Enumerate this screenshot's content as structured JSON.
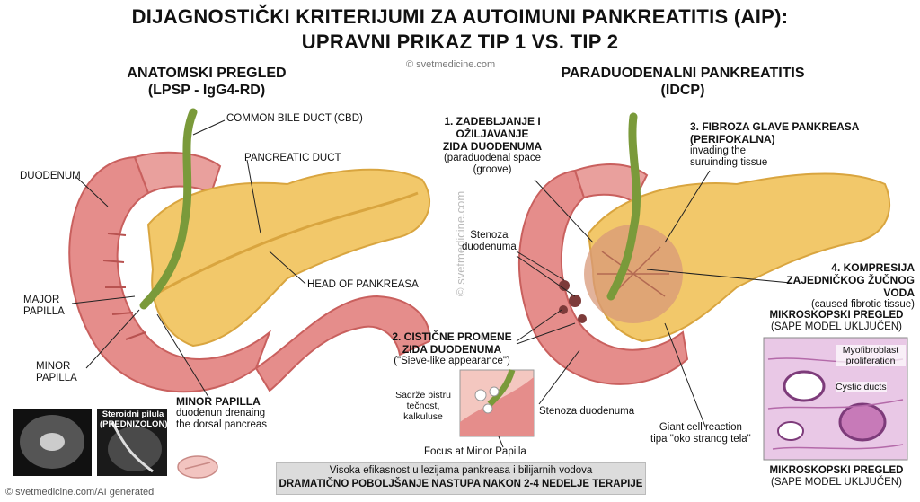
{
  "title": {
    "line1": "DIJAGNOSTIČKI KRITERIJUMI ZA AUTOIMUNI PANKREATITIS (AIP):",
    "line2": "UPRAVNI PRIKAZ TIP 1 VS. TIP 2",
    "credit": "© svetmedicine.com"
  },
  "left_panel": {
    "header1": "ANATOMSKI PREGLED",
    "header2": "(LPSP - IgG4-RD)",
    "labels": {
      "cbd": "COMMON BILE DUCT (CBD)",
      "duodenum": "DUODENUM",
      "pancreatic_duct": "PANCREATIC DUCT",
      "head": "HEAD OF PANKREASA",
      "major1": "MAJOR",
      "major2": "PAPILLA",
      "minor1": "MINOR",
      "minor2": "PAPILLA",
      "minor_big": "MINOR PAPILLA",
      "minor_desc1": "duodenun drenaing",
      "minor_desc2": "the dorsal pancreas"
    },
    "thumb": {
      "label1": "Steroidni pilula",
      "label2": "(PREDNIZOLON)"
    }
  },
  "right_panel": {
    "header1": "PARADUODENALNI PANKREATITIS",
    "header2": "(IDCP)",
    "item1": {
      "l1": "1. ZADEBLJANJE I",
      "l2": "OŽILJAVANJE",
      "l3": "ZIDA DUODENUMA",
      "d1": "(paraduodenal space",
      "d2": "(groove)"
    },
    "item2": {
      "l1": "2. CISTIČNE PROMENE",
      "l2": "ZIDA DUODENUMA",
      "d1": "(\"Sieve-like appearance\")"
    },
    "item3": {
      "l1": "3. FIBROZA GLAVE PANKREASA",
      "l2": "(PERIFOKALNA)",
      "d1": "invading the",
      "d2": "suruinding tissue"
    },
    "item4": {
      "l1": "4. KOMPRESIJA",
      "l2": "ZAJEDNIČKOG ŽUČNOG VODA",
      "d1": "(caused fibrotic tissue)"
    },
    "stenoza1": "Stenoza",
    "stenoza2": "duodenuma",
    "sadrze1": "Sadrže bistru",
    "sadrze2": "tečnost,",
    "sadrze3": "kalkuluse",
    "stenoza_duo": "Stenoza duodenuma",
    "focus": "Focus at Minor Papilla",
    "giant1": "Giant cell reaction",
    "giant2": "tipa \"oko stranog tela\"",
    "micro_top1": "MIKROSKOPSKI PREGLED",
    "micro_top2": "(SAPE MODEL UKLJUČEN)",
    "micro_myo1": "Myofibroblast",
    "micro_myo2": "proliferation",
    "micro_cystic": "Cystic ducts",
    "micro_bot1": "MIKROSKOPSKI PREGLED",
    "micro_bot2": "(SAPE MODEL UKLJUČEN)"
  },
  "banner": {
    "line1": "Visoka efikasnost u lezijama pankreasa i bilijarnih vodova",
    "line2": "DRAMATIČNO POBOLJŠANJE NASTUPA NAKON 2-4 NEDELJE TERAPIJE"
  },
  "footer": "© svetmedicine.com/AI generated",
  "watermark_vertical": "© svetmedicine.com",
  "colors": {
    "duodenum": "#e58d8b",
    "duodenum_dark": "#c9605e",
    "pancreas": "#f2c86a",
    "pancreas_dark": "#d9a53f",
    "duct_green": "#7a9a3a",
    "micro_bg": "#e9c8e6"
  }
}
